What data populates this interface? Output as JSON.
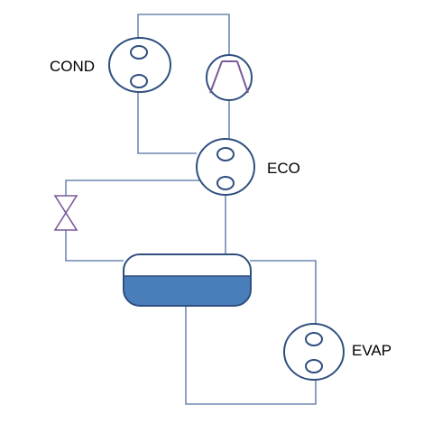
{
  "labels": {
    "condenser": "COND",
    "economizer": "ECO",
    "evaporator": "EVAP"
  },
  "colors": {
    "line": "#4f6fa0",
    "component_stroke": "#2f4f7f",
    "liquid_fill": "#4a7ebb",
    "valve_stroke": "#7a5a9a",
    "compressor_mark": "#7a5a9a",
    "text": "#000000"
  },
  "icons": {
    "compressor": "compressor-icon",
    "expansion_valve": "expansion-valve-icon",
    "heat_exchanger": "heat-exchanger-icon",
    "receiver": "receiver-tank-icon"
  }
}
